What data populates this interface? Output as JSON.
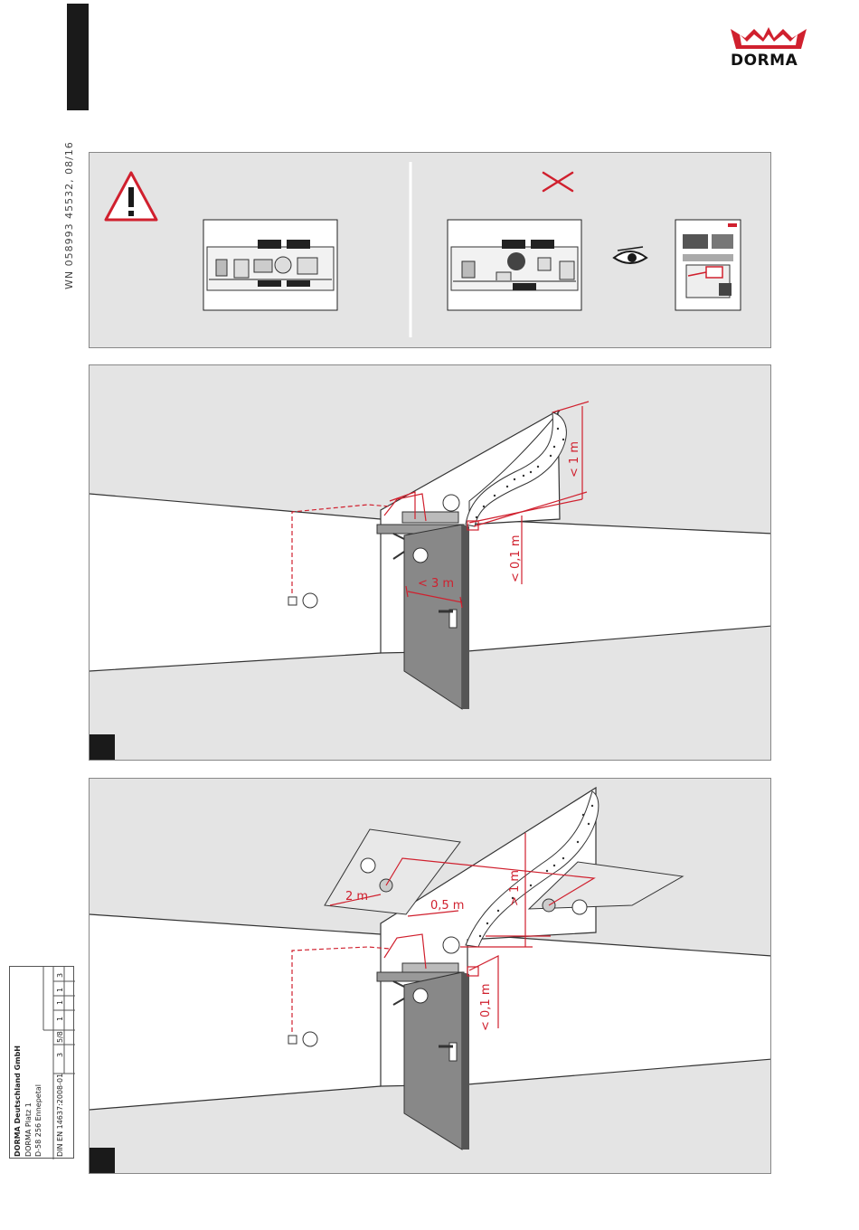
{
  "document": {
    "code": "WN 058993 45532, 08/16",
    "brand": "DORMA",
    "brand_color": "#d0202e"
  },
  "panel_top": {
    "icons": [
      "warning-icon",
      "cross-icon",
      "eye-icon"
    ]
  },
  "panel_ceiling_dims": {
    "lt_1m": "< 1 m",
    "lt_01m": "< 0,1 m",
    "lt_3m": "< 3 m"
  },
  "panel_detector_dims": {
    "two_m": "2 m",
    "half_m": "0,5 m",
    "gt_1m": "> 1 m",
    "lt_01m": "< 0,1 m"
  },
  "company": {
    "name": "DORMA Deutschland GmbH",
    "address1": "DORMA Platz 1",
    "address2": "D-58 256 Ennepetal",
    "standard": "DIN EN 14637:2008-01"
  },
  "classification": [
    "3",
    "5/8",
    "1",
    "1",
    "1",
    "3"
  ]
}
